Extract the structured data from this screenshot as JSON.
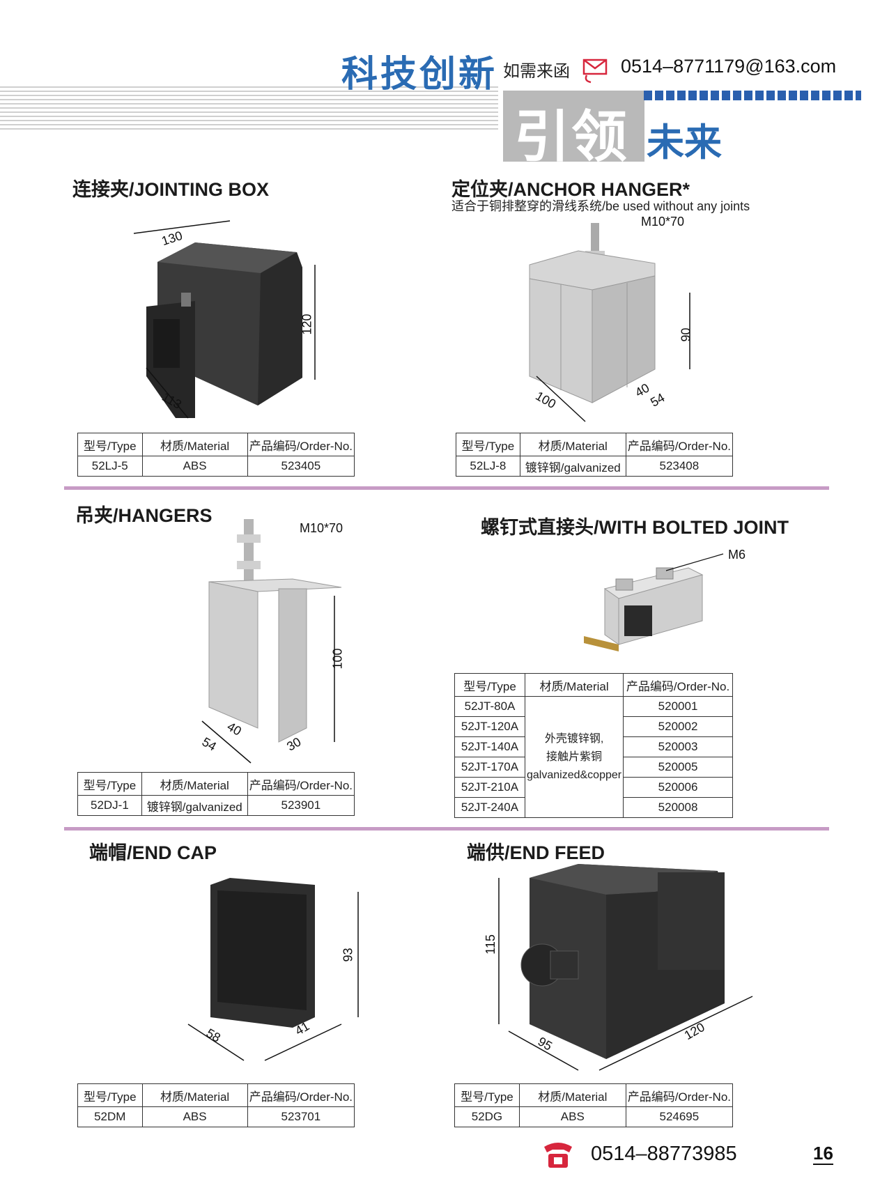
{
  "header": {
    "slogan_main": "科技创新",
    "contact_label": "如需来函",
    "email": "0514–8771179@163.com",
    "slogan_sub_grey": "引领",
    "slogan_sub_blue": "未来"
  },
  "table_headers": {
    "type": "型号/Type",
    "material": "材质/Material",
    "order": "产品编码/Order-No."
  },
  "jointing_box": {
    "title": "连接夹/JOINTING BOX",
    "dims": {
      "a": "130",
      "b": "120",
      "c": "113"
    },
    "type": "52LJ-5",
    "material": "ABS",
    "order": "523405"
  },
  "anchor_hanger": {
    "title": "定位夹/ANCHOR HANGER*",
    "subtitle": "适合于铜排整穿的滑线系统/be used without any  joints",
    "bolt": "M10*70",
    "dims": {
      "h": "90",
      "w": "100",
      "a": "40",
      "b": "54"
    },
    "type": "52LJ-8",
    "material": "镀锌钢/galvanized",
    "order": "523408"
  },
  "hangers": {
    "title": "吊夹/HANGERS",
    "bolt": "M10*70",
    "dims": {
      "h": "100",
      "a": "40",
      "b": "54",
      "c": "30"
    },
    "type": "52DJ-1",
    "material": "镀锌钢/galvanized",
    "order": "523901"
  },
  "bolted_joint": {
    "title": "螺钉式直接头/WITH BOLTED JOINT",
    "bolt": "M6",
    "material_lines": [
      "外壳镀锌钢,",
      "接触片紫铜",
      "galvanized&copper"
    ],
    "rows": [
      {
        "type": "52JT-80A",
        "order": "520001"
      },
      {
        "type": "52JT-120A",
        "order": "520002"
      },
      {
        "type": "52JT-140A",
        "order": "520003"
      },
      {
        "type": "52JT-170A",
        "order": "520005"
      },
      {
        "type": "52JT-210A",
        "order": "520006"
      },
      {
        "type": "52JT-240A",
        "order": "520008"
      }
    ]
  },
  "end_cap": {
    "title": "端帽/END CAP",
    "dims": {
      "h": "93",
      "a": "58",
      "b": "41"
    },
    "type": "52DM",
    "material": "ABS",
    "order": "523701"
  },
  "end_feed": {
    "title": "端供/END FEED",
    "dims": {
      "h": "115",
      "a": "95",
      "b": "120"
    },
    "type": "52DG",
    "material": "ABS",
    "order": "524695"
  },
  "footer": {
    "phone": "0514–88773985",
    "page": "16"
  }
}
